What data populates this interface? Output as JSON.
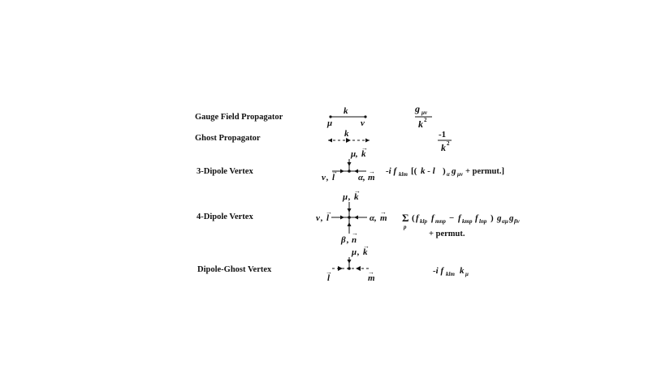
{
  "rules": [
    {
      "name": "Gauge Field Propagator",
      "diagram": {
        "momentum": "k",
        "left_index": "μ",
        "right_index": "ν"
      },
      "expression": {
        "numerator": "g",
        "numerator_sub": "μν",
        "denominator": "k",
        "denominator_sup": "2"
      }
    },
    {
      "name": "Ghost Propagator",
      "diagram": {
        "momentum": "k"
      },
      "expression": {
        "numerator": "-1",
        "denominator": "k",
        "denominator_sup": "2"
      }
    },
    {
      "name": "3-Dipole Vertex",
      "diagram": {
        "top": {
          "index": "μ",
          "vec": "k"
        },
        "left": {
          "index": "ν",
          "vec": "l"
        },
        "right": {
          "index": "α",
          "vec": "m"
        }
      },
      "expression": {
        "prefix": "-i f",
        "f_sub": "klm",
        "bracket_open": "[(",
        "mid": "k - l",
        "mid_close": ")",
        "mid_sub": "α",
        "g": "g",
        "g_sub": "μν",
        "tail": "+ permut.]"
      }
    },
    {
      "name": "4-Dipole Vertex",
      "diagram": {
        "top": {
          "index": "μ",
          "vec": "k"
        },
        "left": {
          "index": "ν",
          "vec": "l"
        },
        "right": {
          "index": "α",
          "vec": "m"
        },
        "bottom": {
          "index": "β",
          "vec": "n"
        }
      },
      "expression": {
        "sum": "Σ",
        "sum_sub": "p",
        "open": "(",
        "f1": "f",
        "f1_sub": "klp",
        "f2": "f",
        "f2_sub": "mnp",
        "minus": "−",
        "f3": "f",
        "f3_sub": "kmp",
        "f4": "f",
        "f4_sub": "lnp",
        "close": ")",
        "g1": "g",
        "g1_sub": "αμ",
        "g2": "g",
        "g2_sub": "βν",
        "line2": "+ permut."
      }
    },
    {
      "name": "Dipole-Ghost Vertex",
      "diagram": {
        "top": {
          "index": "μ",
          "vec": "k"
        },
        "left": {
          "vec": "l"
        },
        "right": {
          "vec": "m"
        }
      },
      "expression": {
        "prefix": "-i f",
        "f_sub": "klm",
        "k": "k",
        "k_sub": "μ"
      }
    }
  ]
}
